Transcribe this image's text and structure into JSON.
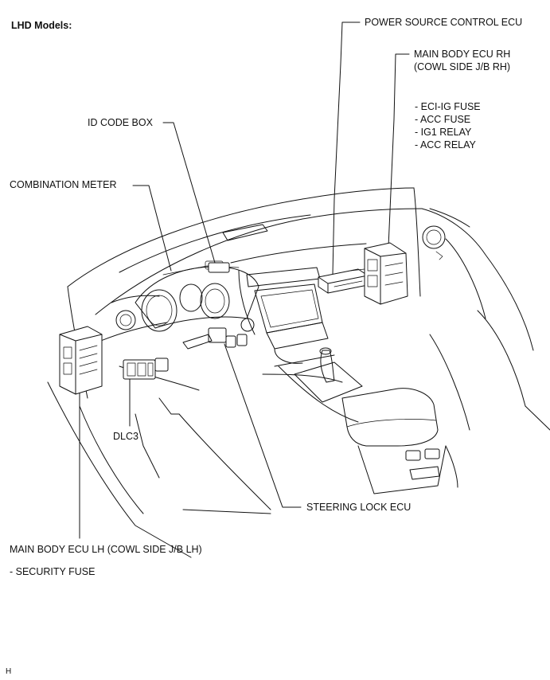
{
  "title": "LHD Models:",
  "labels": {
    "power_source_control_ecu": "POWER SOURCE CONTROL ECU",
    "main_body_ecu_rh_line1": "MAIN BODY ECU RH",
    "main_body_ecu_rh_line2": "(COWL SIDE J/B RH)",
    "rh_items": [
      "- ECI-IG FUSE",
      "- ACC FUSE",
      "- IG1 RELAY",
      "- ACC RELAY"
    ],
    "id_code_box": "ID CODE BOX",
    "combination_meter": "COMBINATION METER",
    "dlc3": "DLC3",
    "steering_lock_ecu": "STEERING LOCK ECU",
    "main_body_ecu_lh": "MAIN BODY ECU LH (COWL SIDE J/B LH)",
    "security_fuse": "- SECURITY FUSE"
  },
  "footer_code": "H"
}
